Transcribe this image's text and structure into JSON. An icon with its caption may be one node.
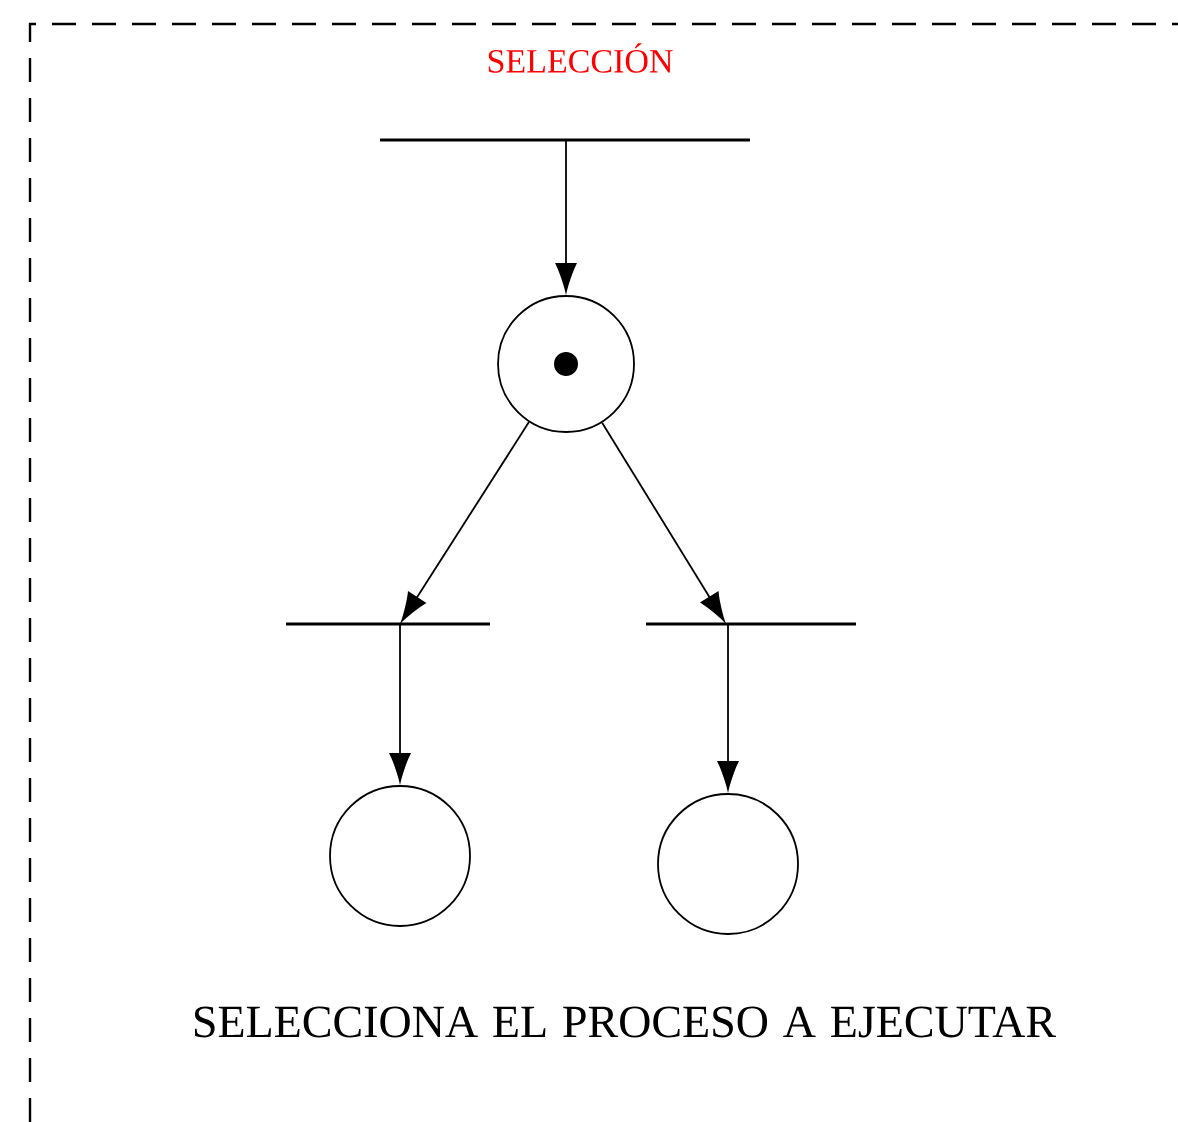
{
  "diagram": {
    "nodes": [
      {
        "text": [],
        "shape": "bar"
      },
      {
        "text": [],
        "shape": "circle"
      },
      {
        "text": [],
        "shape": "bar"
      },
      {
        "text": [],
        "shape": "bar"
      },
      {
        "text": [],
        "shape": "circle"
      },
      {
        "text": [],
        "shape": "circle"
      }
    ],
    "edges": [
      {
        "from": 0,
        "to": 1,
        "arrow": "to"
      },
      {
        "from": 1,
        "to": 2,
        "arrow": "to"
      },
      {
        "from": 1,
        "to": 3,
        "arrow": "to"
      },
      {
        "from": 2,
        "to": 4,
        "arrow": "to"
      },
      {
        "from": 3,
        "to": 5,
        "arrow": "to"
      }
    ],
    "labels": [
      "SELECCIÓN",
      "SELECCIONA EL PROCESO A EJECUTAR"
    ]
  }
}
